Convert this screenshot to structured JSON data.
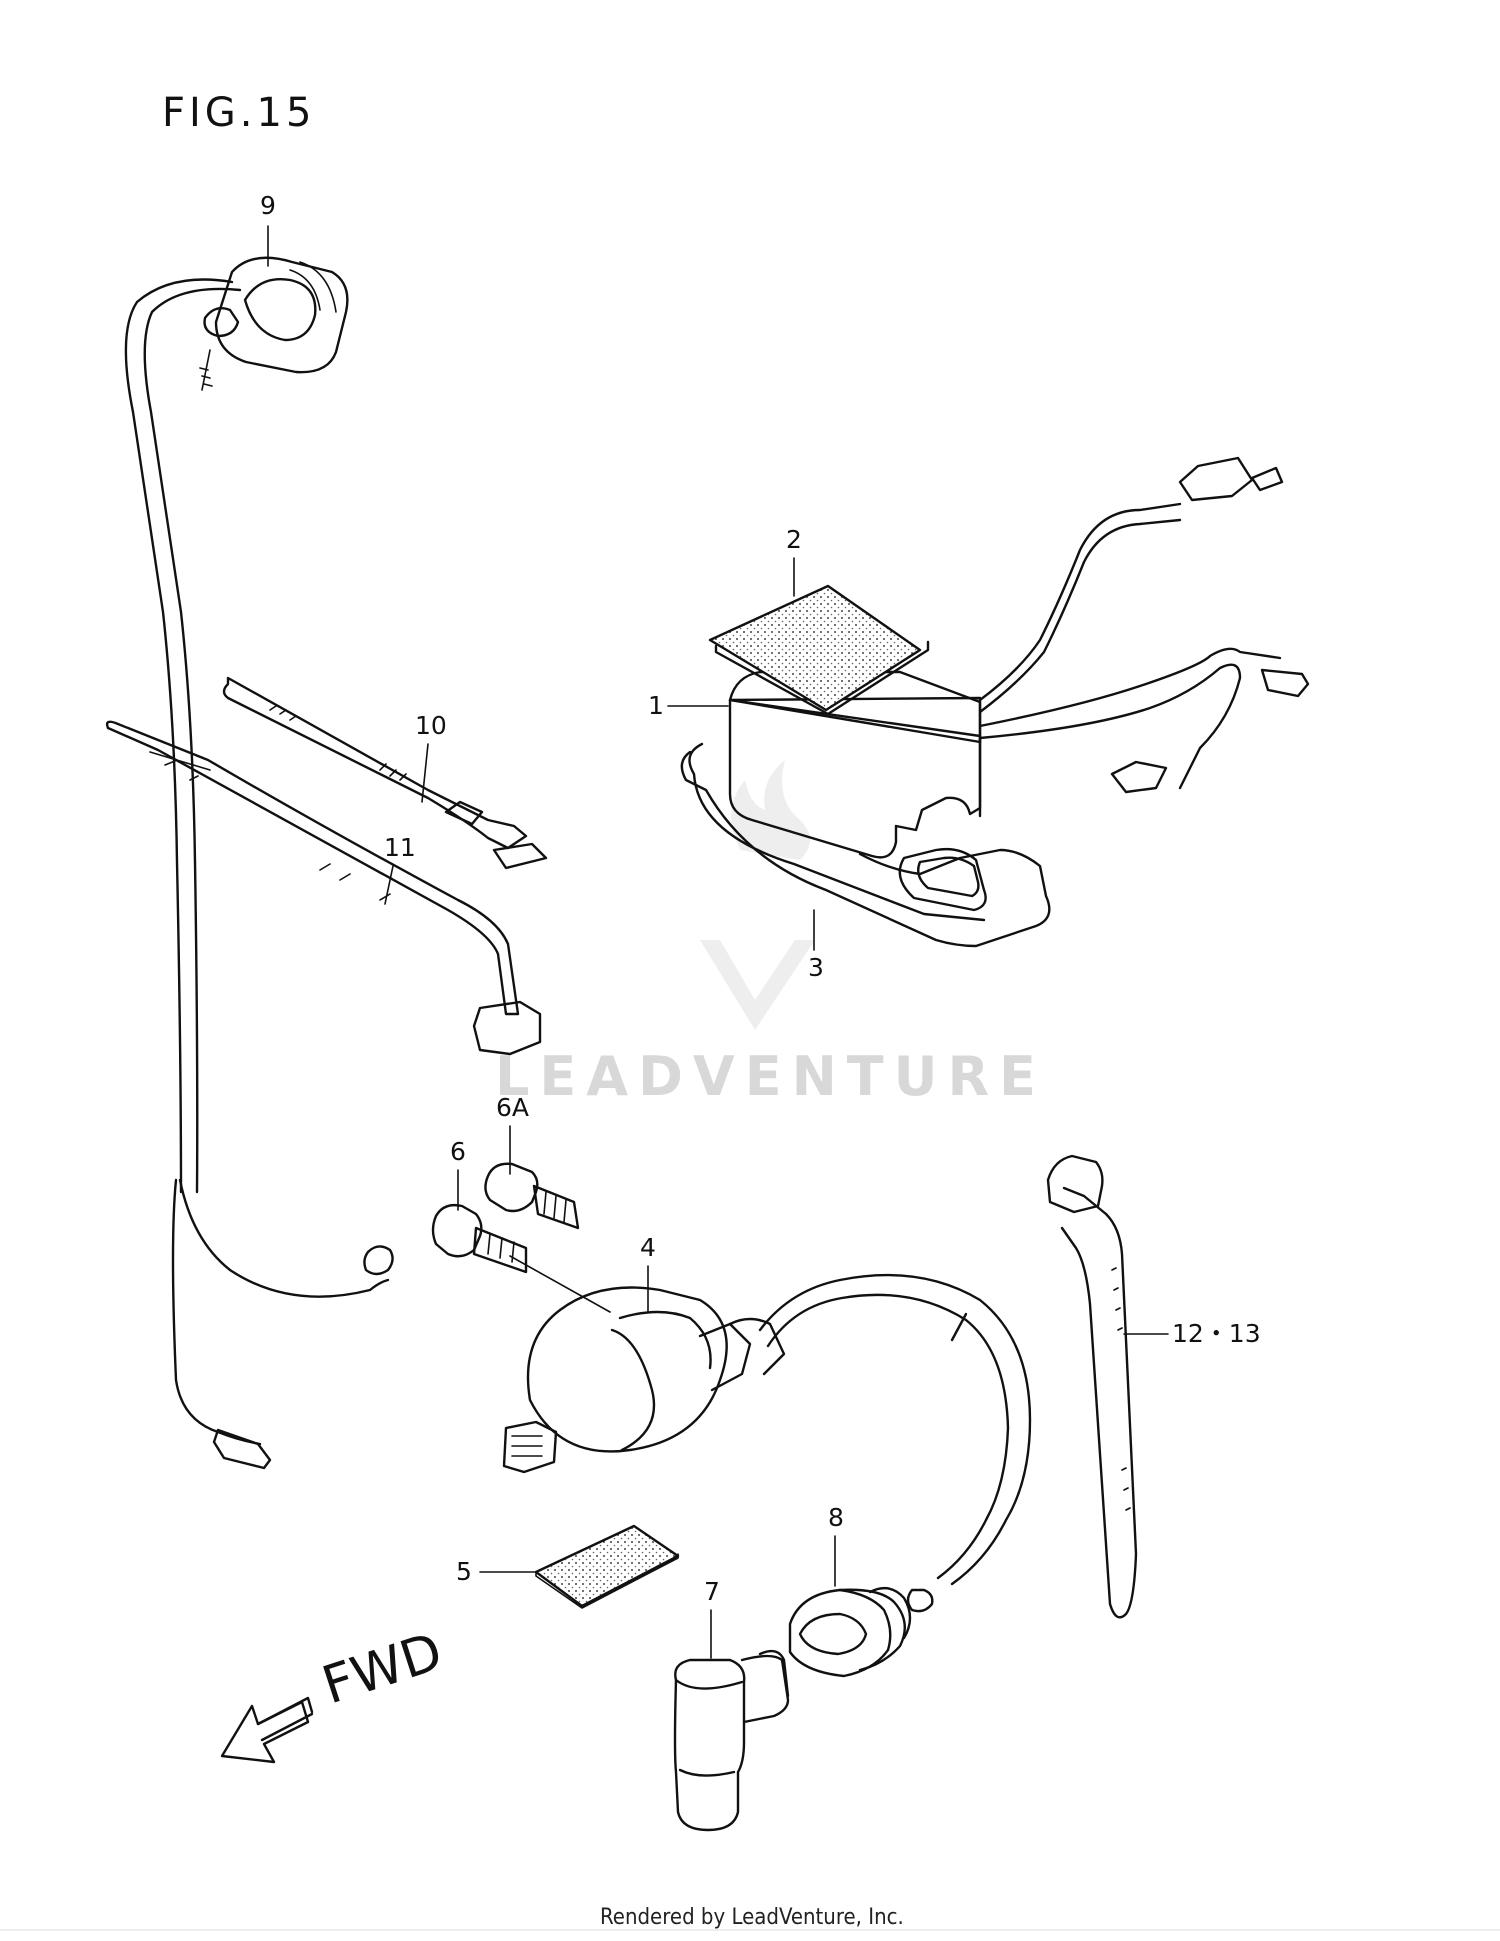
{
  "figure_title": "FIG.15",
  "callouts": {
    "c1": "1",
    "c2": "2",
    "c3": "3",
    "c4": "4",
    "c5": "5",
    "c6": "6",
    "c6a": "6A",
    "c7": "7",
    "c8": "8",
    "c9": "9",
    "c10": "10",
    "c11": "11",
    "c12_13": "12・13"
  },
  "direction_label": "FWD",
  "watermark": "LEADVENTURE",
  "footer": "Rendered by LeadVenture, Inc."
}
